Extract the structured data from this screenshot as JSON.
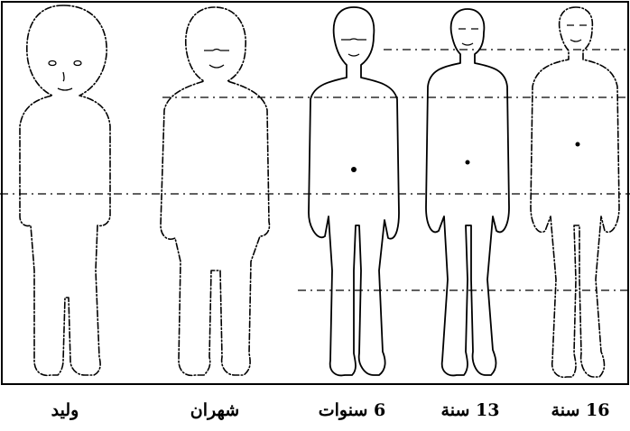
{
  "figure": {
    "labels": [
      {
        "id": "age-16",
        "text": "16 سنة"
      },
      {
        "id": "age-13",
        "text": "13 سنة"
      },
      {
        "id": "age-6",
        "text": "6 سنوات"
      },
      {
        "id": "infant",
        "text": "شهران"
      },
      {
        "id": "newborn",
        "text": "وليد"
      }
    ]
  }
}
